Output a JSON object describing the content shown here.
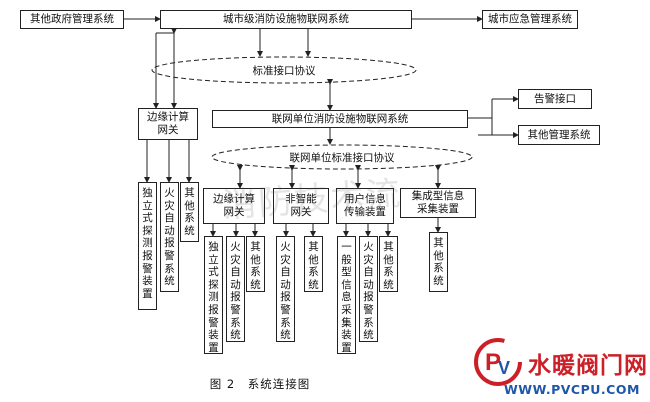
{
  "boxes": {
    "other_gov": "其他政府管理系统",
    "city_iot": "城市级消防设施物联网系统",
    "city_emergency": "城市应急管理系统",
    "edge_gateway_left": "边缘计算网关",
    "unit_iot": "联网单位消防设施物联网系统",
    "alarm_interface": "告警接口",
    "other_mgmt": "其他管理系统",
    "edge_gateway": "边缘计算网关",
    "non_smart_gateway": "非智能网关",
    "user_info_device": "用户信息传输装置",
    "integrated_collector": "集成型信息采集装置"
  },
  "protocols": {
    "standard": "标准接口协议",
    "unit_standard": "联网单位标准接口协议"
  },
  "devices": {
    "independent_detector": "独立式探测报警装置",
    "fire_alarm": "火灾自动报警系统",
    "other_systems": "其他系统",
    "general_collector": "一般型信息采集装置"
  },
  "caption": "图 2　系统连接图",
  "watermark": "消防技术流",
  "logo": {
    "title": "水暖阀门网",
    "url": "WWW.PVCPU.COM"
  },
  "colors": {
    "logo_red": "#cc1f27",
    "logo_blue": "#1f56a8"
  }
}
